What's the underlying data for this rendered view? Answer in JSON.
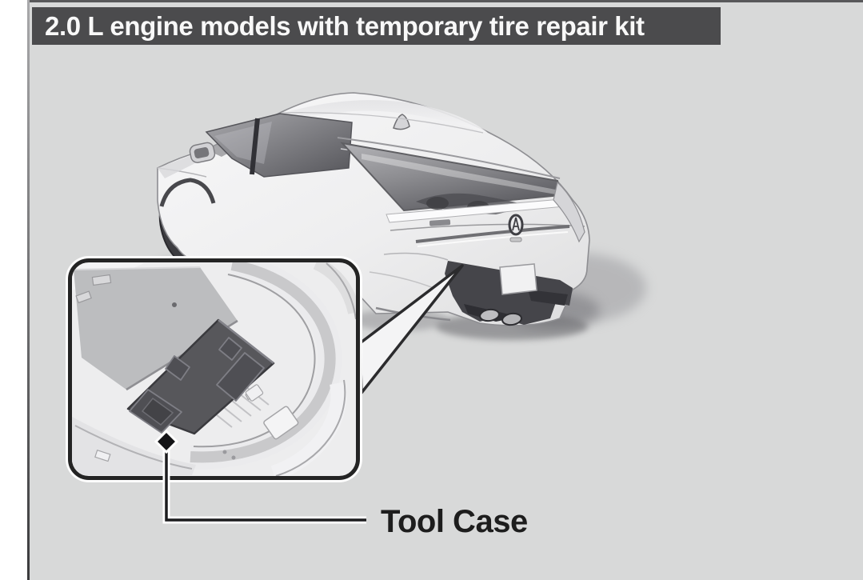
{
  "header": {
    "title": "2.0 L engine models with temporary tire repair kit",
    "background": "#4b4b4d",
    "text_color": "#f8f8f8"
  },
  "callout": {
    "label": "Tool Case",
    "marker_icon": "diamond-marker",
    "line_color": "#1c1c1e",
    "wedge_fill": "#f4f4f5",
    "wedge_stroke": "#2b2b2d"
  },
  "illustration": {
    "subject": "car-rear-three-quarter-view-with-trunk-inset",
    "emblem_icon": "acura-emblem",
    "colors": {
      "page_background": "#ffffff",
      "content_background": "#d8d9d9",
      "page_border": "#58585a",
      "car_body": "#f1f1f2",
      "car_outline": "#8e8e92",
      "glass_dark": "#6a6a6e",
      "bumper_dark": "#45454a",
      "inset_border": "#242424",
      "tool_case_fill": "#57575b",
      "trunk_panel_fill": "#bcbdbf"
    }
  }
}
